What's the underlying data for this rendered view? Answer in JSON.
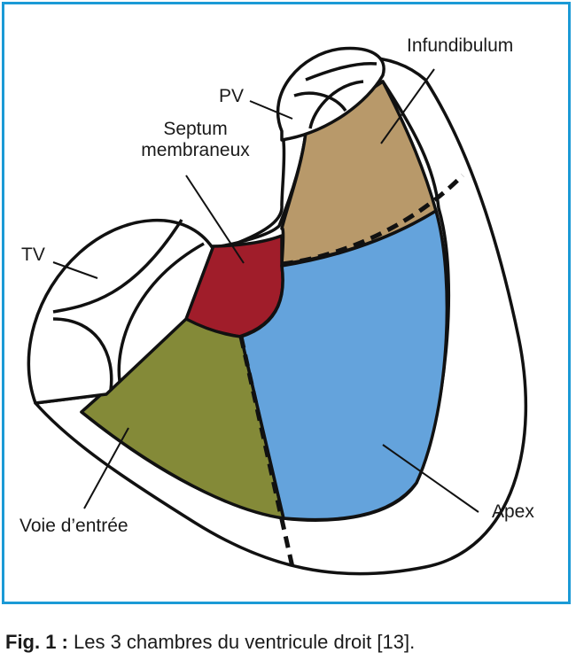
{
  "labels": {
    "infundibulum": "Infundibulum",
    "pv": "PV",
    "septum_line1": "Septum",
    "septum_line2": "membraneux",
    "tv": "TV",
    "voie_entree": "Voie d’entrée",
    "apex": "Apex"
  },
  "caption": {
    "fig": "Fig. 1 :",
    "text": " Les 3 chambres du ventricule droit [13]."
  },
  "colors": {
    "frame": "#1b9ad6",
    "infundibulum": "#b8996a",
    "septum": "#a01d2a",
    "voie_entree": "#848a38",
    "apex": "#64a3dc",
    "stroke": "#111111"
  }
}
